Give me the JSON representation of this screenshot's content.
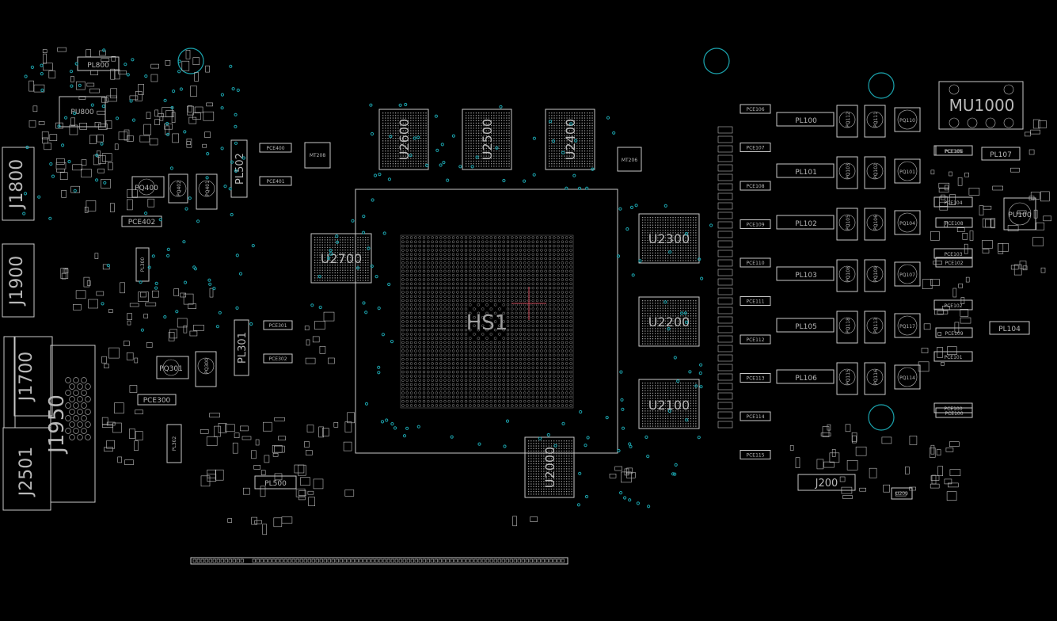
{
  "board": {
    "bga": {
      "ref": "HS1"
    },
    "memory": [
      {
        "ref": "U2600"
      },
      {
        "ref": "U2500"
      },
      {
        "ref": "U2400"
      },
      {
        "ref": "U2700"
      },
      {
        "ref": "U2300"
      },
      {
        "ref": "U2200"
      },
      {
        "ref": "U2100"
      },
      {
        "ref": "U2000"
      }
    ],
    "connectors": [
      {
        "ref": "J1800"
      },
      {
        "ref": "J1900"
      },
      {
        "ref": "J1700"
      },
      {
        "ref": "J1950"
      },
      {
        "ref": "J2501"
      }
    ],
    "power_left": [
      {
        "ref": "PL800"
      },
      {
        "ref": "PU800"
      },
      {
        "ref": "PQ400"
      },
      {
        "ref": "PQ402"
      },
      {
        "ref": "PQ401"
      },
      {
        "ref": "PL502"
      },
      {
        "ref": "PCE400"
      },
      {
        "ref": "PCE401"
      },
      {
        "ref": "PCE402"
      },
      {
        "ref": "MT208"
      },
      {
        "ref": "PL300"
      },
      {
        "ref": "PL301"
      },
      {
        "ref": "PCE300"
      },
      {
        "ref": "PCE301"
      },
      {
        "ref": "PQ301"
      },
      {
        "ref": "PQ300"
      },
      {
        "ref": "PCE302"
      },
      {
        "ref": "PL500"
      },
      {
        "ref": "PL302"
      }
    ],
    "power_right": [
      {
        "ref": "MT206"
      },
      {
        "ref": "MU1000"
      },
      {
        "ref": "PU100"
      },
      {
        "ref": "PL107"
      },
      {
        "ref": "PL104"
      },
      {
        "ref": "J200"
      },
      {
        "ref": "U200"
      }
    ],
    "phases": [
      {
        "ind": "PL100",
        "q1": "PQ112",
        "q2": "PQ111",
        "q3": "PQ110",
        "cap": "PCE105"
      },
      {
        "ind": "PL101",
        "q1": "PQ103",
        "q2": "PQ102",
        "q3": "PQ101",
        "cap": "PCE104"
      },
      {
        "ind": "PL102",
        "q1": "PQ105",
        "q2": "PQ106",
        "q3": "PQ104",
        "cap": "PCE103"
      },
      {
        "ind": "PL103",
        "q1": "PQ108",
        "q2": "PQ109",
        "q3": "PQ107",
        "cap": "PCE102"
      },
      {
        "ind": "PL105",
        "q1": "PQ118",
        "q2": "PQ113",
        "q3": "PQ117",
        "cap": "PCE101"
      },
      {
        "ind": "PL106",
        "q1": "PQ115",
        "q2": "PQ116",
        "q3": "PQ114",
        "cap": "PCE100"
      }
    ],
    "phase_side_caps": [
      "PCE106",
      "PCE107",
      "PCE108",
      "PCE109",
      "PCE110",
      "PCE111",
      "PCE112",
      "PCE113",
      "PCE114",
      "PCE115"
    ],
    "right_caps": [
      "PCE106",
      "PCE108",
      "PCE102",
      "PCE100",
      "PCE109"
    ]
  }
}
